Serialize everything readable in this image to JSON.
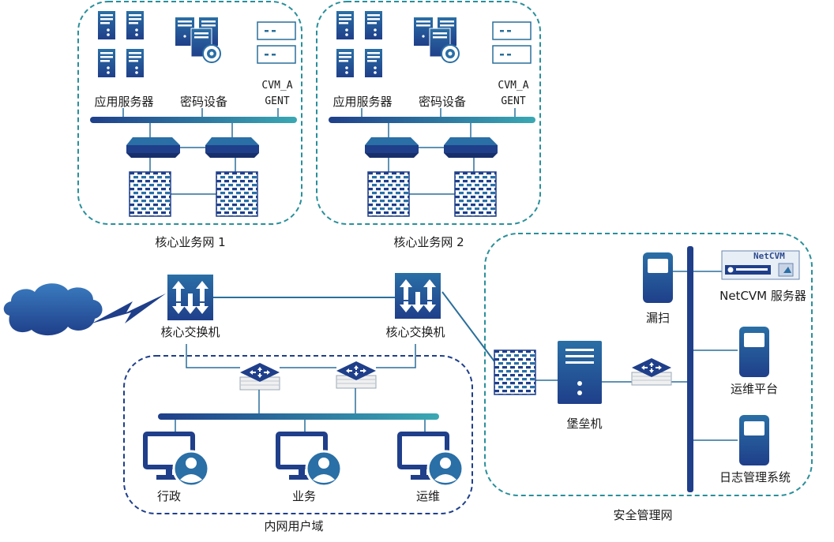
{
  "colors": {
    "dark": "#1f3f8a",
    "mid": "#2a6fa6",
    "light": "#3aa8b3",
    "dash": "#2a8f9a",
    "line": "#2a6f9a"
  },
  "zones": {
    "core1": {
      "label": "核心业务网 1"
    },
    "core2": {
      "label": "核心业务网 2"
    },
    "intranet": {
      "label": "内网用户域"
    },
    "security": {
      "label": "安全管理网"
    }
  },
  "core1": {
    "app_label": "应用服务器",
    "crypto_label": "密码设备",
    "agent_label_1": "CVM_A",
    "agent_label_2": "GENT"
  },
  "core2": {
    "app_label": "应用服务器",
    "crypto_label": "密码设备",
    "agent_label_1": "CVM_A",
    "agent_label_2": "GENT"
  },
  "switches": {
    "left_label": "核心交换机",
    "right_label": "核心交换机"
  },
  "users": {
    "admin_label": "行政",
    "business_label": "业务",
    "ops_label": "运维"
  },
  "security": {
    "bastion_label": "堡垒机",
    "scan_label": "漏扫",
    "netcvm_label": "NetCVM 服务器",
    "netcvm_badge": "NetCVM",
    "ops_platform_label": "运维平台",
    "log_label": "日志管理系统"
  }
}
